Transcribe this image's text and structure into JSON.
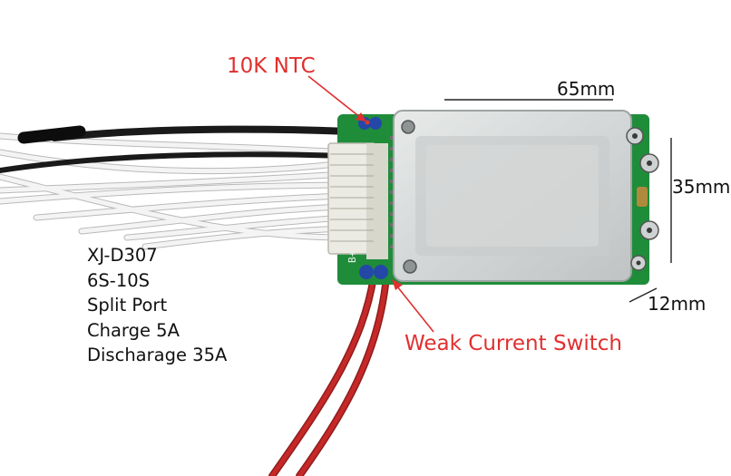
{
  "callouts": {
    "ntc": "10K NTC",
    "switch": "Weak Current Switch"
  },
  "dimensions": {
    "length": "65mm",
    "width": "35mm",
    "height": "12mm"
  },
  "specs": [
    "XJ-D307",
    "6S-10S",
    "Split Port",
    "Charge 5A",
    "Discharage 35A"
  ],
  "board_marking": "B+",
  "colors": {
    "callout_red": "#e0302f",
    "pcb_green": "#1f8c3a",
    "heatsink": "#d9dcdc",
    "wire_red": "#c62828",
    "wire_black": "#1a1a1a",
    "wire_white": "#f2f2f2"
  }
}
